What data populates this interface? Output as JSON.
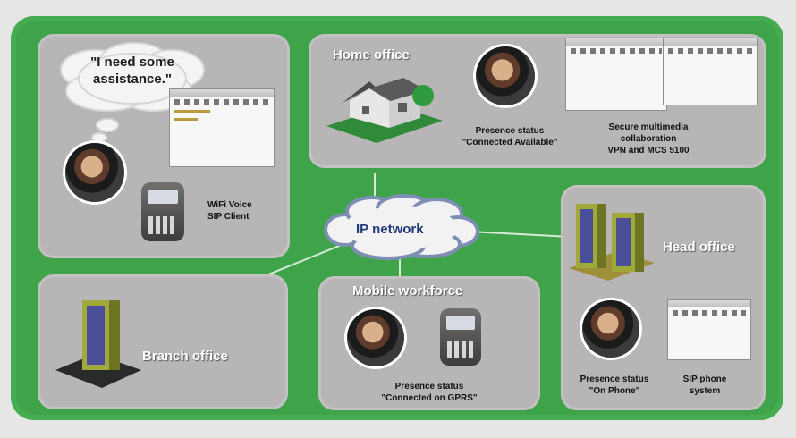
{
  "labels": {
    "thought": "\"I need some assistance.\"",
    "wifi_voice": "WiFi Voice\nSIP Client",
    "home_office": "Home office",
    "presence_available": "Presence status\n\"Connected Available\"",
    "secure_collab": "Secure multimedia\ncollaboration\nVPN and MCS 5100",
    "ip_network": "IP network",
    "head_office": "Head office",
    "branch_office": "Branch office",
    "mobile_workforce": "Mobile workforce",
    "presence_gprs": "Presence status\n\"Connected on GPRS\"",
    "presence_phone": "Presence status\n\"On Phone\"",
    "sip_phone_system": "SIP phone\nsystem"
  }
}
